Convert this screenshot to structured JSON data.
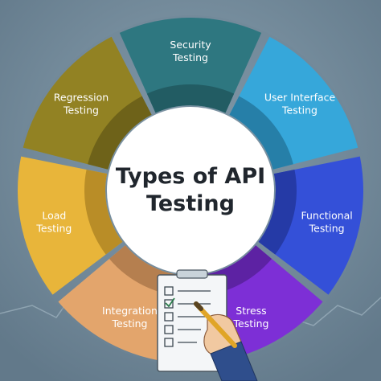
{
  "diagram": {
    "title_line1": "Types of API",
    "title_line2": "Testing",
    "segments": [
      {
        "line1": "Security",
        "line2": "Testing",
        "color": "#2e7780",
        "inner": "#225c63"
      },
      {
        "line1": "User Interface",
        "line2": "Testing",
        "color": "#36a7da",
        "inner": "#267fa8"
      },
      {
        "line1": "Functional",
        "line2": "Testing",
        "color": "#3450d8",
        "inner": "#253aa6"
      },
      {
        "line1": "Stress",
        "line2": "Testing",
        "color": "#7d2fd6",
        "inner": "#5d22a3"
      },
      {
        "line1": "Integration",
        "line2": "Testing",
        "color": "#e3a56c",
        "inner": "#b57f4f"
      },
      {
        "line1": "Load",
        "line2": "Testing",
        "color": "#e8b53a",
        "inner": "#b98d27"
      },
      {
        "line1": "Regression",
        "line2": "Testing",
        "color": "#928223",
        "inner": "#6e6219"
      }
    ]
  },
  "colors": {
    "background": "#7b93a3",
    "center": "#ffffff"
  }
}
